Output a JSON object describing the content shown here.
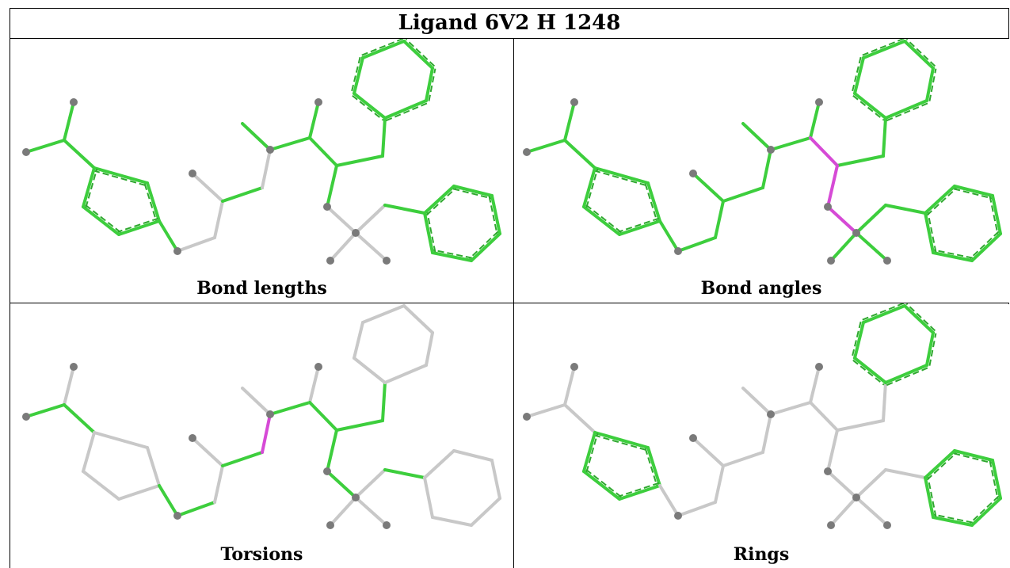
{
  "title": "Ligand 6V2 H 1248",
  "panels": [
    {
      "caption": "Bond lengths",
      "highlight_color": "#3dce3d",
      "outlier_color": "#d64ad6"
    },
    {
      "caption": "Bond angles",
      "highlight_color": "#3dce3d",
      "outlier_color": "#d64ad6"
    },
    {
      "caption": "Torsions",
      "highlight_color": "#3dce3d",
      "outlier_color": "#d64ad6"
    },
    {
      "caption": "Rings",
      "highlight_color": "#3dce3d",
      "outlier_color": "#d64ad6"
    }
  ],
  "colors": {
    "green": "#3dce3d",
    "magenta": "#d64ad6",
    "gray": "#c8c8c8",
    "atom": "#7a7a7a"
  }
}
